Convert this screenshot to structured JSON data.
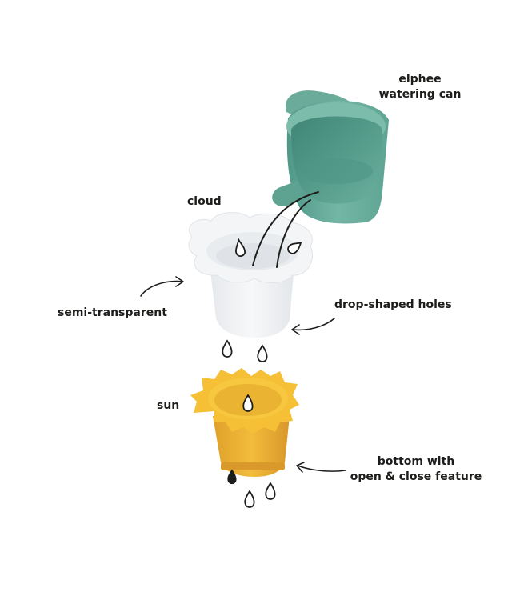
{
  "labels": {
    "watering_can": [
      "elphee",
      "watering can"
    ],
    "cloud": "cloud",
    "semi_transparent": "semi-transparent",
    "drop_holes": "drop-shaped holes",
    "sun": "sun",
    "bottom_feature": [
      "bottom with",
      "open & close feature"
    ]
  },
  "colors": {
    "watering_can": "#6fb2a0",
    "cloud": "#eef0f2",
    "sun": "#f5c035",
    "ink": "#1d1d1b"
  }
}
